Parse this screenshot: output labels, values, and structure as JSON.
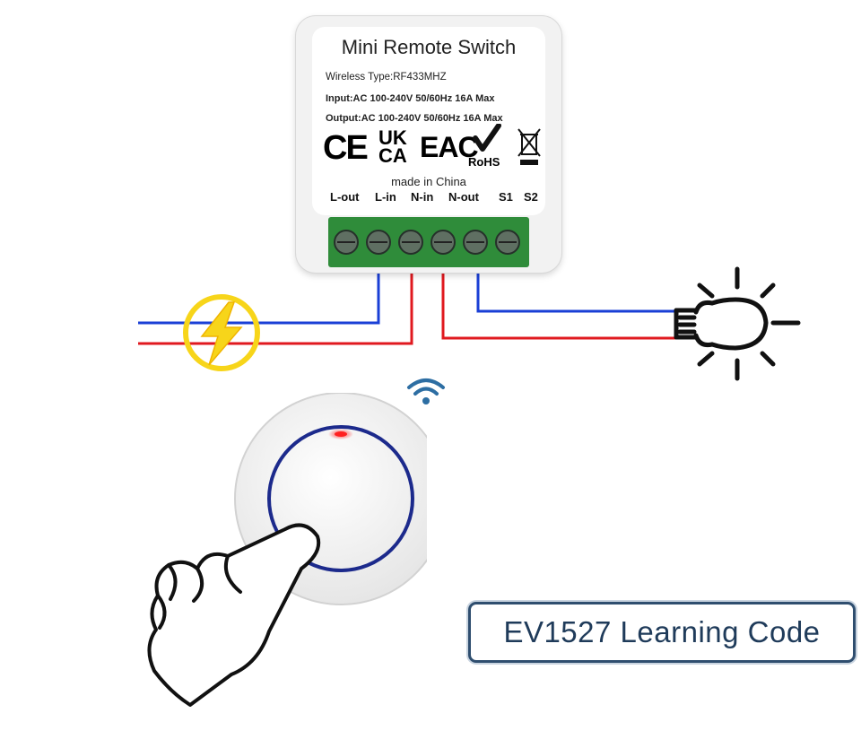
{
  "device": {
    "title": "Mini Remote Switch",
    "wireless_type": "Wireless Type:RF433MHZ",
    "input_spec": "Input:AC 100-240V 50/60Hz 16A Max",
    "output_spec": "Output:AC 100-240V 50/60Hz 16A Max",
    "cert_ce": "CE",
    "cert_uk": "UK",
    "cert_ca": "CA",
    "cert_eac": "EAC",
    "cert_rohs": "RoHS",
    "made_in": "made in China",
    "terminals": [
      "L-out",
      "L-in",
      "N-in",
      "N-out",
      "S1",
      "S2"
    ]
  },
  "badge": {
    "text": "EV1527 Learning Code"
  },
  "colors": {
    "live_wire": "#e0191f",
    "neutral_wire": "#1a3fd6",
    "terminal_green": "#2f8c3a",
    "lightning_yellow": "#f7d51a",
    "badge_border": "#2f4e6f",
    "led_red": "#ff2020"
  },
  "icons": [
    "ce-mark-icon",
    "ukca-mark-icon",
    "eac-mark-icon",
    "rohs-check-icon",
    "weee-bin-icon",
    "lightning-power-icon",
    "light-bulb-icon",
    "wifi-signal-icon",
    "hand-pointer-icon"
  ]
}
